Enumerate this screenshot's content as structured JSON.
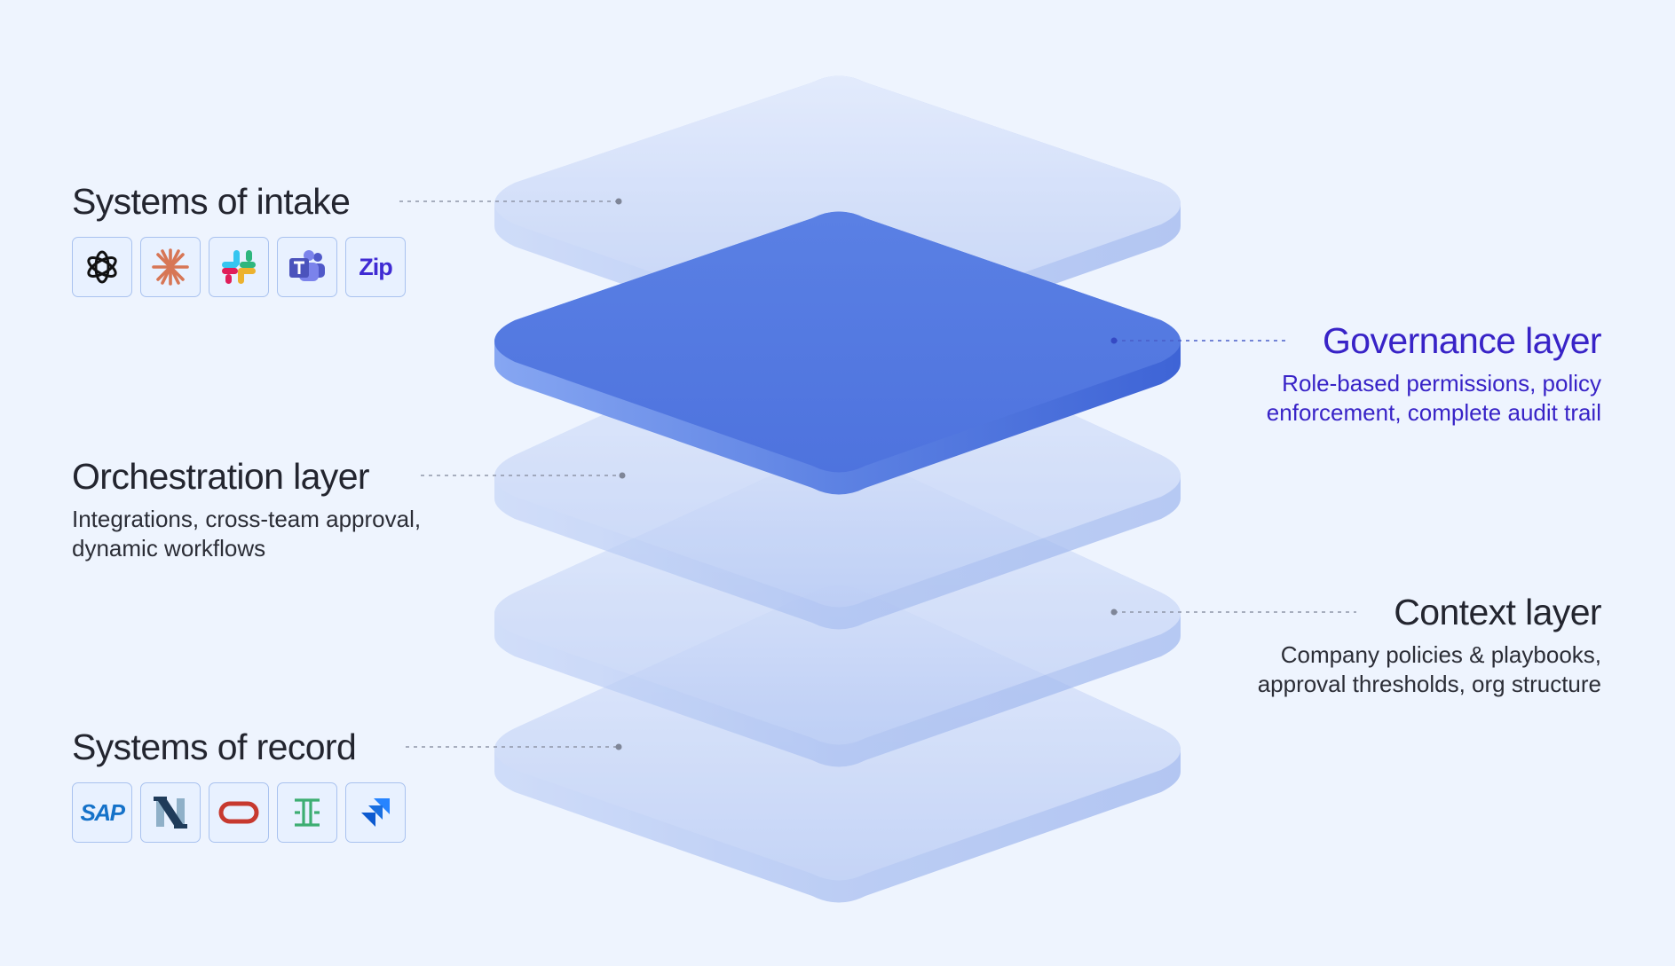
{
  "intake": {
    "title": "Systems of intake",
    "icons": [
      "openai-icon",
      "claude-icon",
      "slack-icon",
      "teams-icon",
      "zip-icon"
    ],
    "zip_text": "Zip"
  },
  "orchestration": {
    "title": "Orchestration layer",
    "description_line1": "Integrations, cross-team approval,",
    "description_line2": "dynamic workflows"
  },
  "record": {
    "title": "Systems of record",
    "icons": [
      "sap-icon",
      "netsuite-icon",
      "oracle-icon",
      "coupa-icon",
      "jira-icon"
    ],
    "sap_text": "SAP"
  },
  "governance": {
    "title": "Governance layer",
    "description_line1": "Role-based permissions, policy",
    "description_line2": "enforcement, complete audit trail"
  },
  "context": {
    "title": "Context layer",
    "description_line1": "Company policies & playbooks,",
    "description_line2": "approval thresholds, org structure"
  },
  "colors": {
    "background": "#eef4fe",
    "plate_light": "#b7caf5",
    "plate_highlight": "#5077e0",
    "accent_text": "#3823c7",
    "connector": "#8f96a8"
  }
}
